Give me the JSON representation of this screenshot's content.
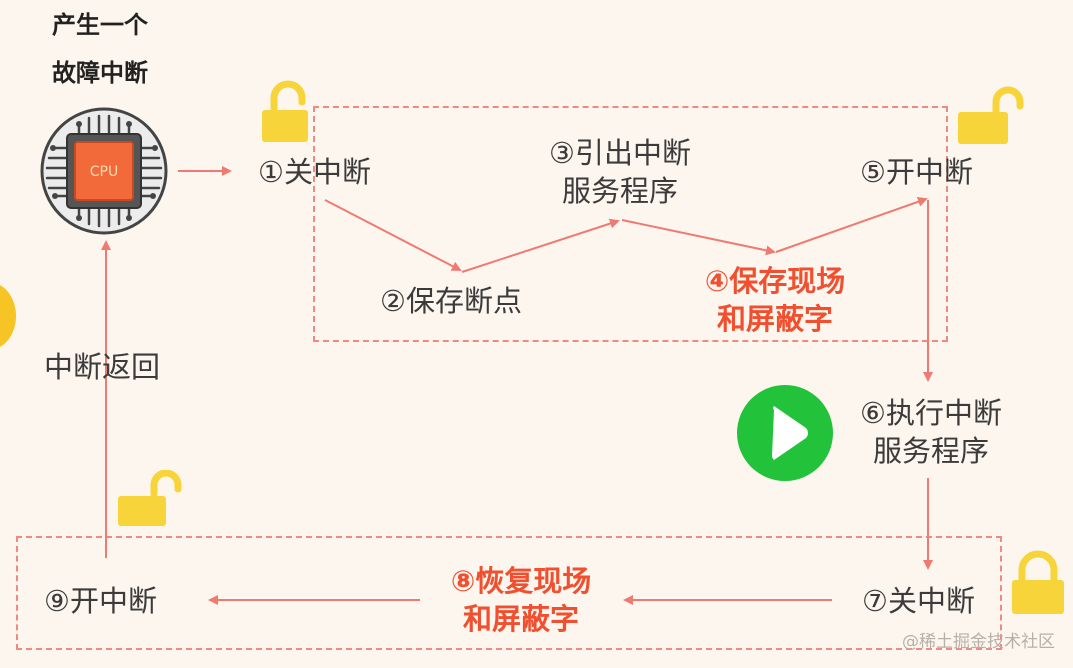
{
  "cpu": {
    "caption_line1": "产生一个",
    "caption_line2": "故障中断",
    "chip_label": "CPU"
  },
  "steps": {
    "s1": "①关中断",
    "s2": "②保存断点",
    "s3_line1": "③引出中断",
    "s3_line2": "服务程序",
    "s4_line1": "④保存现场",
    "s4_line2": "和屏蔽字",
    "s5": "⑤开中断",
    "s6_line1": "⑥执行中断",
    "s6_line2": "服务程序",
    "s7": "⑦关中断",
    "s8_line1": "⑧恢复现场",
    "s8_line2": "和屏蔽字",
    "s9": "⑨开中断"
  },
  "return_label": "中断返回",
  "watermark": "@稀土掘金技术社区",
  "colors": {
    "arrow": "#ee7a72",
    "highlight": "#f0502f",
    "lock": "#f7d43a",
    "play": "#22c33a"
  },
  "icons": [
    "cpu-icon",
    "open-lock-icon",
    "closed-lock-icon",
    "play-icon"
  ]
}
